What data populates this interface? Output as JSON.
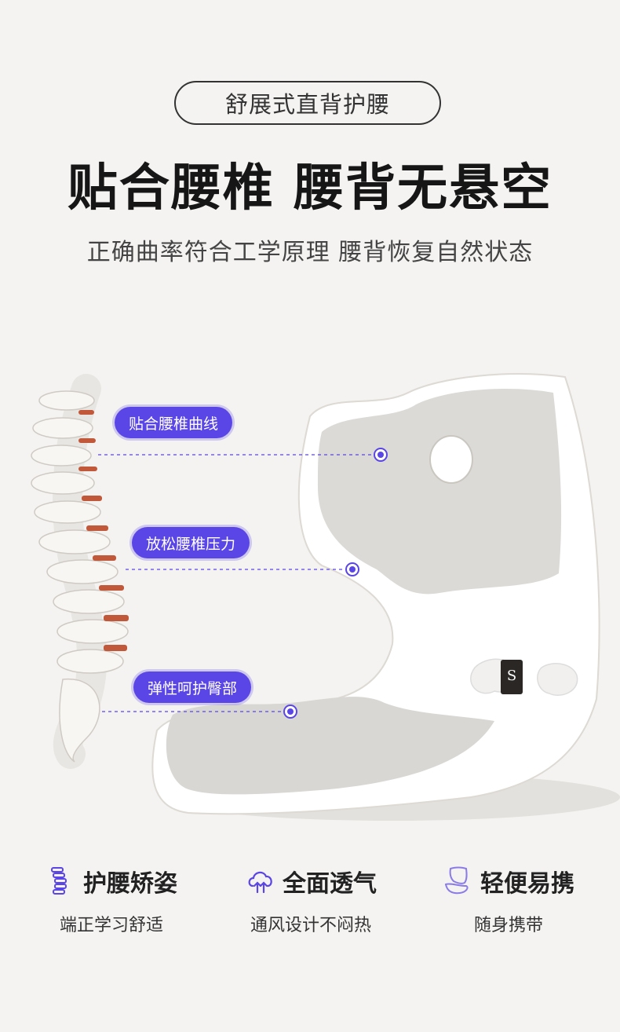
{
  "header": {
    "pill": "舒展式直背护腰",
    "headline": "贴合腰椎 腰背无悬空",
    "subline": "正确曲率符合工学原理 腰背恢复自然状态"
  },
  "callouts": [
    {
      "label": "贴合腰椎曲线"
    },
    {
      "label": "放松腰椎压力"
    },
    {
      "label": "弹性呵护臀部"
    }
  ],
  "product": {
    "logo_letter": "S"
  },
  "features": [
    {
      "title": "护腰矫姿",
      "sub": "端正学习舒适",
      "icon": "spine-icon"
    },
    {
      "title": "全面透气",
      "sub": "通风设计不闷热",
      "icon": "airflow-icon"
    },
    {
      "title": "轻便易携",
      "sub": "随身携带",
      "icon": "seat-icon"
    }
  ],
  "colors": {
    "accent": "#5a45e6",
    "background": "#f4f3f1"
  }
}
